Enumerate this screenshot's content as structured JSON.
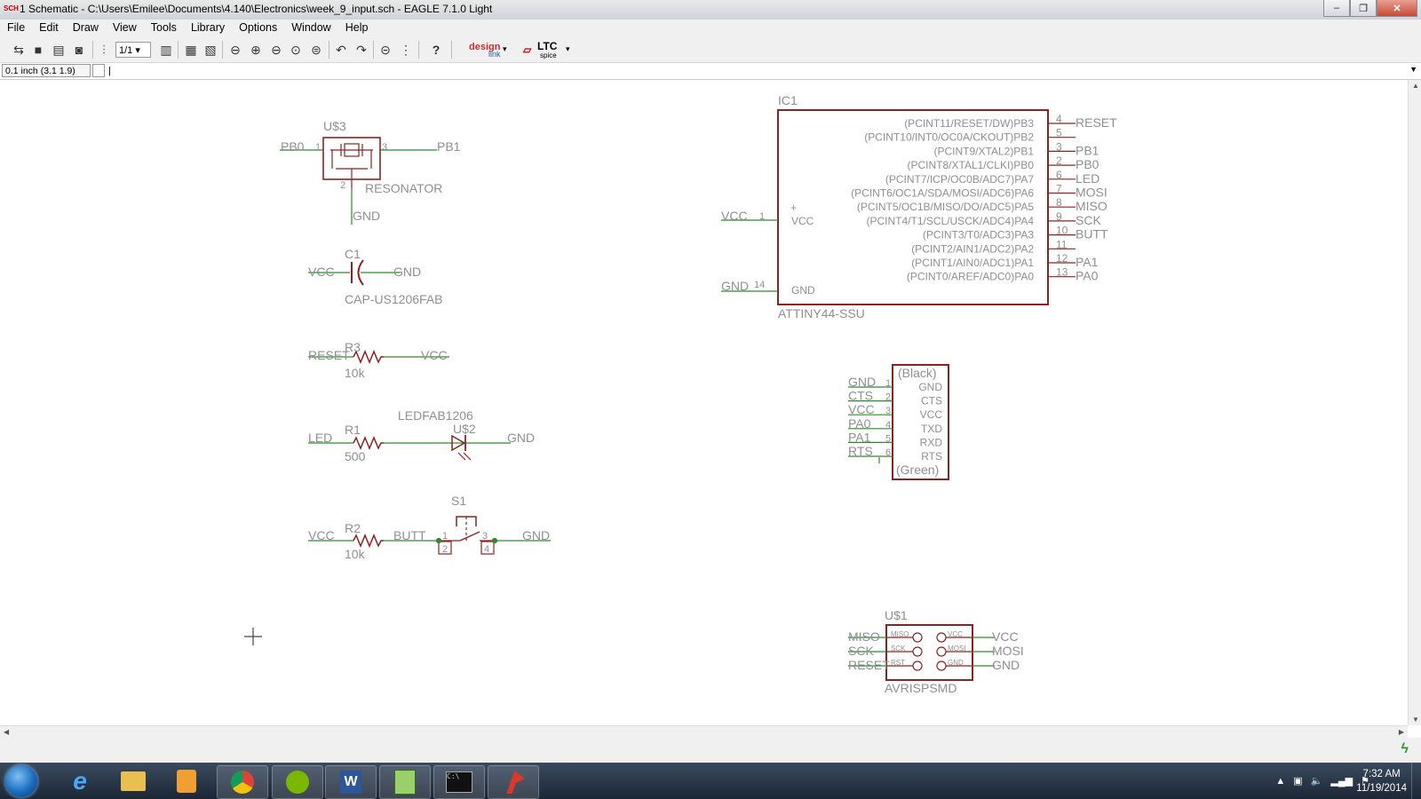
{
  "window": {
    "app_icon": "SCH",
    "title": "1 Schematic - C:\\Users\\Emilee\\Documents\\4.140\\Electronics\\week_9_input.sch - EAGLE 7.1.0 Light",
    "minimize": "–",
    "maximize": "❐",
    "close": "✕"
  },
  "menu": {
    "items": [
      "File",
      "Edit",
      "Draw",
      "View",
      "Tools",
      "Library",
      "Options",
      "Window",
      "Help"
    ]
  },
  "toolbar": {
    "sheet_select": "1/1",
    "designlink_label_a": "design",
    "designlink_label_b": "link",
    "ltc_label": "LTC",
    "ltc_sub": "spice"
  },
  "command": {
    "coordinate": "0.1 inch (3.1 1.9)",
    "input_value": "|"
  },
  "schematic": {
    "u3": {
      "name": "U$3",
      "value": "RESONATOR",
      "pin1": "1",
      "pin2": "2",
      "pin3": "3",
      "net_left": "PB0",
      "net_right": "PB1",
      "net_bottom": "GND"
    },
    "c1": {
      "name": "C1",
      "value": "CAP-US1206FAB",
      "net_left": "VCC",
      "net_right": "GND"
    },
    "r3": {
      "name": "R3",
      "value": "10k",
      "net_left": "RESET",
      "net_right": "VCC"
    },
    "r1": {
      "name": "R1",
      "value": "500",
      "net_left": "LED"
    },
    "u2": {
      "name": "U$2",
      "value": "LEDFAB1206",
      "net_right": "GND"
    },
    "r2": {
      "name": "R2",
      "value": "10k",
      "net_left": "VCC",
      "net_mid": "BUTT"
    },
    "s1": {
      "name": "S1",
      "pin1": "1",
      "pin2": "2",
      "pin3": "3",
      "pin4": "4",
      "net_right": "GND"
    },
    "ic1": {
      "name": "IC1",
      "value": "ATTINY44-SSU",
      "vcc_label": "VCC",
      "gnd_label": "GND",
      "plus_mark": "+",
      "left_pins": [
        {
          "num": "1",
          "net": "VCC"
        },
        {
          "num": "14",
          "net": "GND"
        }
      ],
      "right_pins": [
        {
          "fn": "(PCINT11/RESET/DW)PB3",
          "num": "4",
          "net": "RESET"
        },
        {
          "fn": "(PCINT10/INT0/OC0A/CKOUT)PB2",
          "num": "5",
          "net": ""
        },
        {
          "fn": "(PCINT9/XTAL2)PB1",
          "num": "3",
          "net": "PB1"
        },
        {
          "fn": "(PCINT8/XTAL1/CLKI)PB0",
          "num": "2",
          "net": "PB0"
        },
        {
          "fn": "(PCINT7/ICP/OC0B/ADC7)PA7",
          "num": "6",
          "net": "LED"
        },
        {
          "fn": "(PCINT6/OC1A/SDA/MOSI/ADC6)PA6",
          "num": "7",
          "net": "MOSI"
        },
        {
          "fn": "(PCINT5/OC1B/MISO/DO/ADC5)PA5",
          "num": "8",
          "net": "MISO"
        },
        {
          "fn": "(PCINT4/T1/SCL/USCK/ADC4)PA4",
          "num": "9",
          "net": "SCK"
        },
        {
          "fn": "(PCINT3/T0/ADC3)PA3",
          "num": "10",
          "net": "BUTT"
        },
        {
          "fn": "(PCINT2/AIN1/ADC2)PA2",
          "num": "11",
          "net": ""
        },
        {
          "fn": "(PCINT1/AIN0/ADC1)PA1",
          "num": "12",
          "net": "PA1"
        },
        {
          "fn": "(PCINT0/AREF/ADC0)PA0",
          "num": "13",
          "net": "PA0"
        }
      ]
    },
    "ftdi": {
      "top": "(Black)",
      "bottom": "(Green)",
      "pins": [
        {
          "net": "GND",
          "num": "1",
          "name": "GND"
        },
        {
          "net": "CTS",
          "num": "2",
          "name": "CTS"
        },
        {
          "net": "VCC",
          "num": "3",
          "name": "VCC"
        },
        {
          "net": "PA0",
          "num": "4",
          "name": "TXD"
        },
        {
          "net": "PA1",
          "num": "5",
          "name": "RXD"
        },
        {
          "net": "RTS",
          "num": "6",
          "name": "RTS"
        }
      ]
    },
    "u1": {
      "name": "U$1",
      "value": "AVRISPSMD",
      "left_nets": [
        "MISO",
        "SCK",
        "RESET"
      ],
      "left_pins": [
        "MISO",
        "SCK",
        "RST"
      ],
      "right_pins": [
        "VCC",
        "MOSI",
        "GND"
      ],
      "right_nets": [
        "VCC",
        "MOSI",
        "GND"
      ]
    }
  },
  "taskbar": {
    "clock_time": "7:32 AM",
    "clock_date": "11/19/2014",
    "apps": [
      "internet-explorer",
      "file-explorer",
      "media-player",
      "chrome",
      "spotify",
      "word",
      "notepad-plus",
      "command-prompt",
      "eagle"
    ]
  },
  "colors": {
    "part": "#8b2323",
    "wire": "#2f8a2f",
    "label": "#8f8f8f",
    "taskbar": "#1c2736"
  }
}
